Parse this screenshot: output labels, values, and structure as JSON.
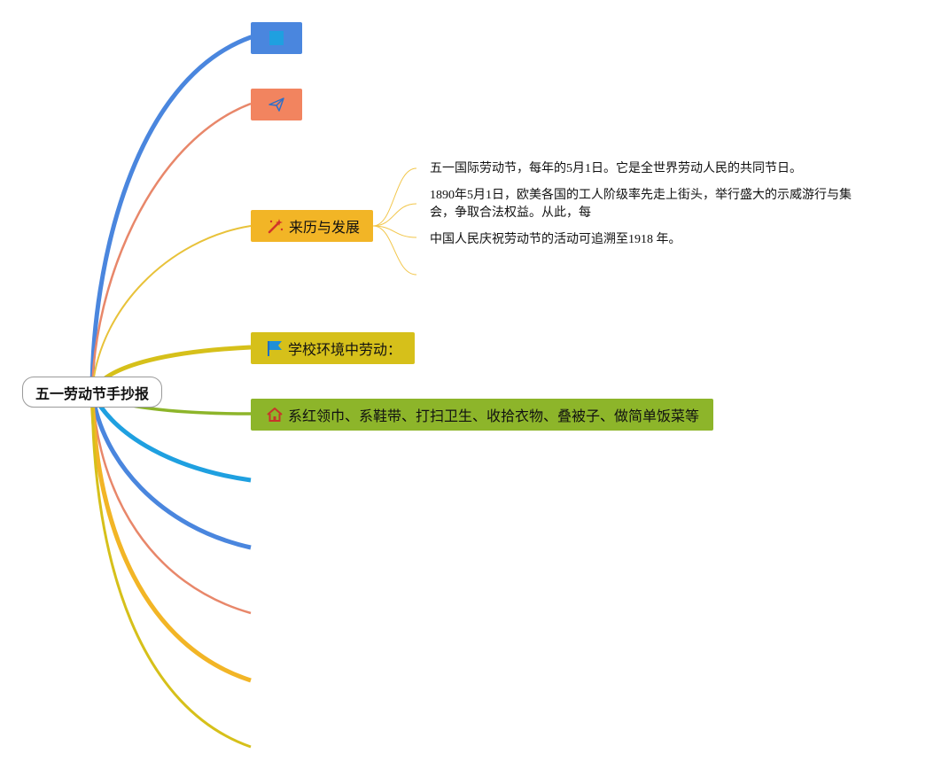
{
  "root": {
    "title": "五一劳动节手抄报"
  },
  "branches": [
    {
      "label": "",
      "icon": "square-icon"
    },
    {
      "label": "",
      "icon": "paper-plane-icon"
    },
    {
      "label": "来历与发展",
      "icon": "magic-wand-icon"
    },
    {
      "label": "学校环境中劳动：",
      "icon": "flag-icon"
    },
    {
      "label": "系红领巾、系鞋带、打扫卫生、收拾衣物、叠被子、做简单饭菜等",
      "icon": "house-icon"
    }
  ],
  "details": [
    "五一国际劳动节，每年的5月1日。它是全世界劳动人民的共同节日。",
    "1890年5月1日，欧美各国的工人阶级率先走上街头，举行盛大的示威游行与集会，争取合法权益。从此，每",
    "中国人民庆祝劳动节的活动可追溯至1918 年。"
  ],
  "colors": {
    "blue": "#4a86de",
    "salmon": "#f2845f",
    "orange": "#f2b526",
    "olive": "#d6c01a",
    "green": "#8db52a",
    "cyan": "#1fa0e0"
  }
}
